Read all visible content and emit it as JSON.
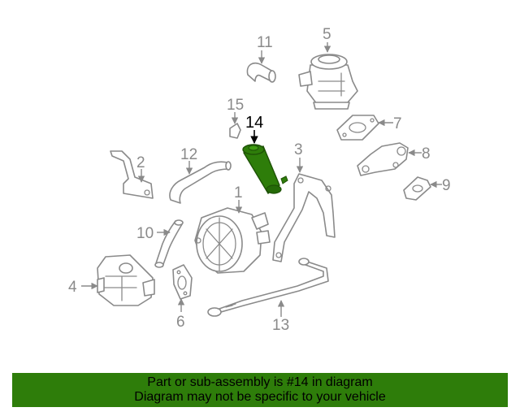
{
  "callouts": {
    "n1": "1",
    "n2": "2",
    "n3": "3",
    "n4": "4",
    "n5": "5",
    "n6": "6",
    "n7": "7",
    "n8": "8",
    "n9": "9",
    "n10": "10",
    "n11": "11",
    "n12": "12",
    "n13": "13",
    "n14": "14",
    "n15": "15"
  },
  "highlight": {
    "part_number": "14",
    "color": "#2e7d0a"
  },
  "banner": {
    "line1": "Part or sub-assembly is #14 in diagram",
    "line2": "Diagram may not be specific to your vehicle",
    "color": "#2e7d0a"
  }
}
